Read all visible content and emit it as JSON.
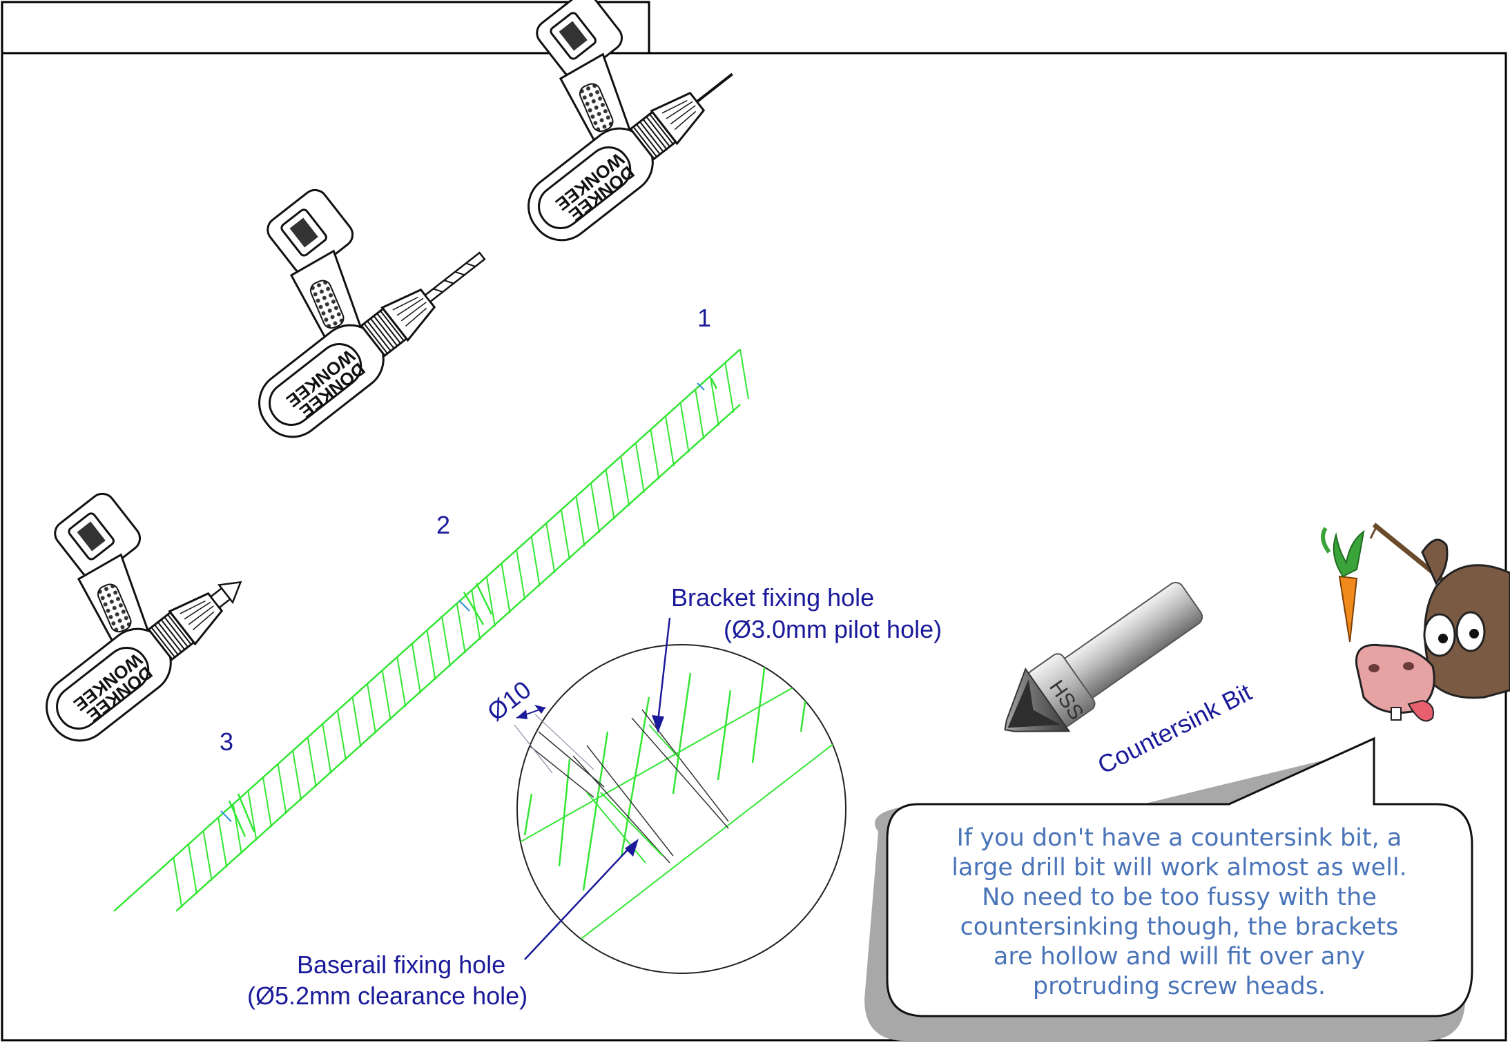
{
  "drills": [
    {
      "number": "1",
      "brand_line1": "WONKEE",
      "brand_line2": "DONKEE",
      "bit": "pilot"
    },
    {
      "number": "2",
      "brand_line1": "WONKEE",
      "brand_line2": "DONKEE",
      "bit": "clearance"
    },
    {
      "number": "3",
      "brand_line1": "WONKEE",
      "brand_line2": "DONKEE",
      "bit": "countersink"
    }
  ],
  "callouts": {
    "bracket_line1": "Bracket fixing hole",
    "bracket_line2": "(Ø3.0mm pilot hole)",
    "baserail_line1": "Baserail fixing hole",
    "baserail_line2": "(Ø5.2mm clearance hole)",
    "dimension": "Ø10"
  },
  "countersink_label": "Countersink Bit",
  "countersink_stamp": "HSS",
  "speech": [
    "If you don't have a countersink bit, a",
    "large drill bit will work almost as well.",
    "No need to be too fussy with the",
    "countersinking though, the brackets",
    "are hollow and will fit over any",
    "protruding screw heads."
  ],
  "colors": {
    "board": "#33e633",
    "label_text": "#1a1a9a",
    "speech_text": "#4a74b8",
    "outline": "#000000"
  },
  "icons": [
    "cordless-drill-icon",
    "countersink-bit-icon",
    "donkey-mascot-icon",
    "carrot-icon"
  ]
}
